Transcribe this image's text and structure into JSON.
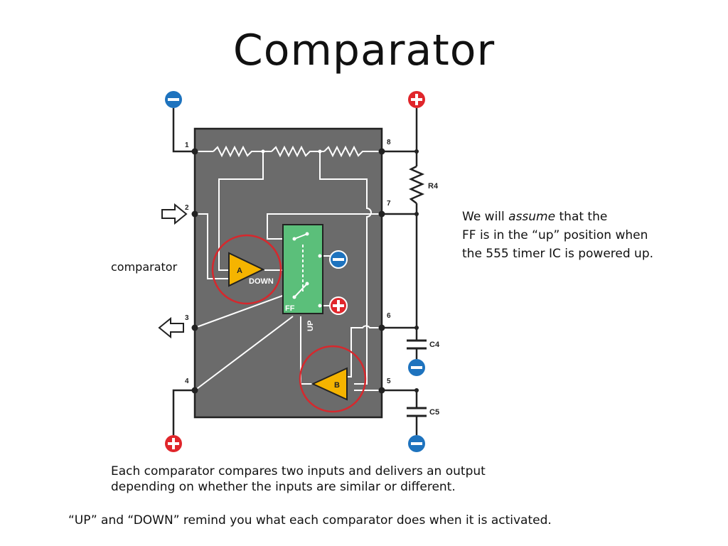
{
  "slide": {
    "title": "Comparator",
    "side_label": "comparator",
    "note_line1_pre": "We will ",
    "note_line1_em": "assume",
    "note_line1_post": " that the",
    "note_line2": "FF is in the “up” position when",
    "note_line3": "the 555 timer IC is powered up.",
    "caption_line1": "Each comparator compares two inputs and delivers an output",
    "caption_line2": "depending on whether the inputs are similar or different.",
    "caption_bottom": "“UP” and “DOWN” remind you what each comparator does when it is activated."
  },
  "diagram": {
    "pins": [
      "1",
      "2",
      "3",
      "4",
      "5",
      "6",
      "7",
      "8"
    ],
    "components": {
      "r4": "R4",
      "c4": "C4",
      "c5": "C5",
      "comparator_a": "A",
      "comparator_b": "B",
      "down": "DOWN",
      "up": "UP",
      "ff": "FF"
    },
    "colors": {
      "chip": "#6b6b6b",
      "ff": "#5bbf7a",
      "comparator": "#f5b400",
      "positive": "#e0262b",
      "negative": "#1e73be",
      "highlight": "#d6282d"
    }
  }
}
